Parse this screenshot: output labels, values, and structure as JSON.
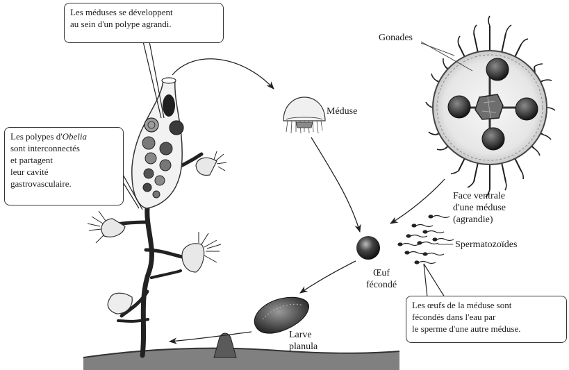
{
  "callouts": {
    "top": {
      "line1": "Les méduses se développent",
      "line2": "au sein d'un polype agrandi."
    },
    "left": {
      "line1": "Les polypes d'",
      "italic": "Obelia",
      "line2": "sont interconnectés",
      "line3": "et partagent",
      "line4": "leur cavité",
      "line5": "gastrovasculaire."
    },
    "bottom_right": {
      "line1": "Les œufs de la méduse sont",
      "line2": "fécondés dans l'eau par",
      "line3": "le sperme d'une autre méduse."
    }
  },
  "labels": {
    "gonades": "Gonades",
    "meduse": "Méduse",
    "face_ventrale_1": "Face ventrale",
    "face_ventrale_2": "d'une méduse",
    "face_ventrale_3": "(agrandie)",
    "spermatozoides": "Spermatozoïdes",
    "oeuf_1": "Œuf",
    "oeuf_2": "fécondé",
    "larve_1": "Larve",
    "larve_2": "planula"
  }
}
